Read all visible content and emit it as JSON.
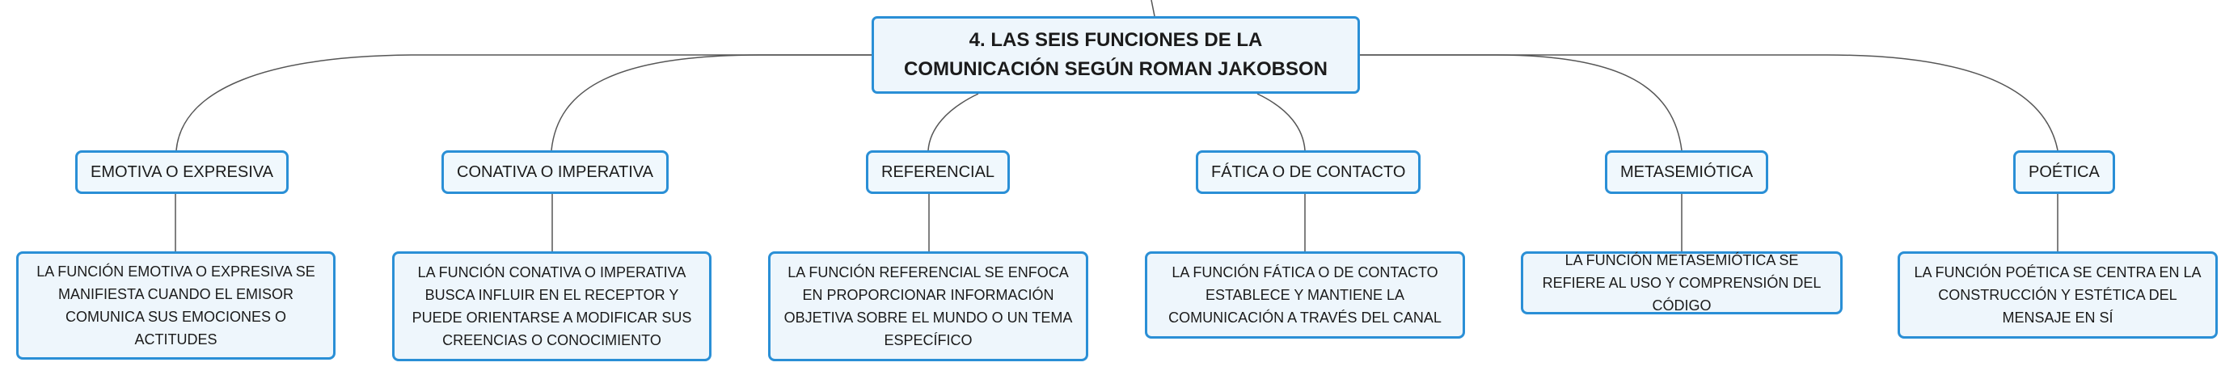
{
  "root": {
    "title": "4. LAS SEIS FUNCIONES DE LA COMUNICACIÓN SEGÚN ROMAN JAKOBSON"
  },
  "branches": [
    {
      "label": "EMOTIVA O EXPRESIVA",
      "description": "LA FUNCIÓN EMOTIVA O EXPRESIVA SE MANIFIESTA CUANDO EL EMISOR COMUNICA SUS EMOCIONES O ACTITUDES"
    },
    {
      "label": "CONATIVA O IMPERATIVA",
      "description": "LA FUNCIÓN CONATIVA O IMPERATIVA BUSCA INFLUIR EN EL RECEPTOR Y PUEDE ORIENTARSE A MODIFICAR SUS CREENCIAS O CONOCIMIENTO"
    },
    {
      "label": "REFERENCIAL",
      "description": "LA FUNCIÓN REFERENCIAL SE ENFOCA EN PROPORCIONAR INFORMACIÓN OBJETIVA SOBRE EL MUNDO O UN TEMA ESPECÍFICO"
    },
    {
      "label": "FÁTICA O DE CONTACTO",
      "description": "LA FUNCIÓN FÁTICA O DE CONTACTO ESTABLECE Y MANTIENE LA COMUNICACIÓN A TRAVÉS DEL CANAL"
    },
    {
      "label": "METASEMIÓTICA",
      "description": "LA FUNCIÓN METASEMIÓTICA SE REFIERE AL USO Y COMPRENSIÓN DEL CÓDIGO"
    },
    {
      "label": "POÉTICA",
      "description": "LA FUNCIÓN POÉTICA SE CENTRA EN LA CONSTRUCCIÓN Y ESTÉTICA DEL MENSAJE EN SÍ"
    }
  ],
  "colors": {
    "border": "#2a8fd6",
    "line": "#555555",
    "fill": "#eef6fc"
  }
}
